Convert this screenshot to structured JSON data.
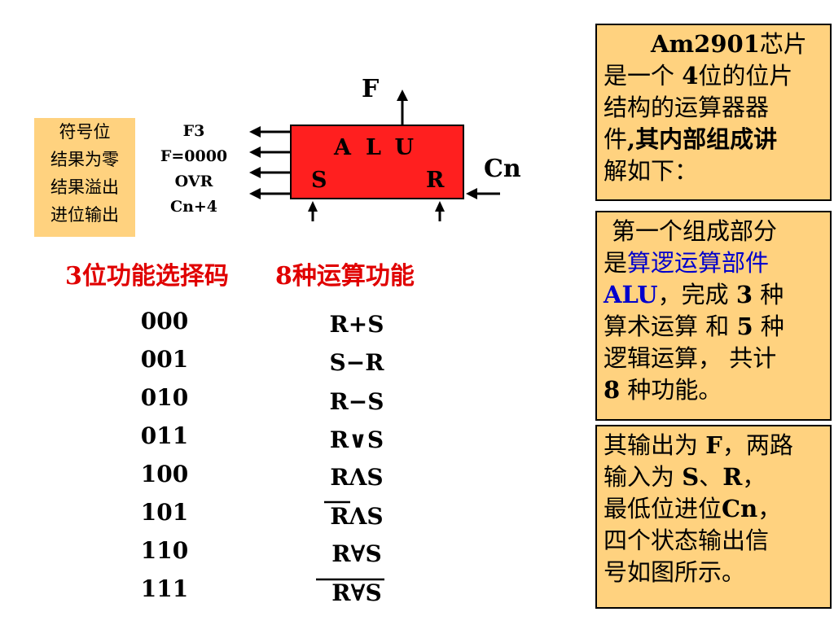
{
  "status_labels": [
    "符号位",
    "结果为零",
    "结果溢出",
    "进位输出"
  ],
  "signals": [
    "F3",
    "F=0000",
    "OVR",
    "Cn+4"
  ],
  "alu": {
    "title": "ALU",
    "input_s": "S",
    "input_r": "R",
    "output_f": "F",
    "carry_in": "Cn"
  },
  "headings": {
    "codes": "3位功能选择码",
    "functions": "8种运算功能"
  },
  "table": [
    {
      "code": "000",
      "func": "R+S"
    },
    {
      "code": "001",
      "func": "S−R"
    },
    {
      "code": "010",
      "func": "R−S"
    },
    {
      "code": "011",
      "func": "R∨S"
    },
    {
      "code": "100",
      "func": "RΛS"
    },
    {
      "code": "101",
      "func": "RΛS"
    },
    {
      "code": "110",
      "func": "R∀S"
    },
    {
      "code": "111",
      "func": "R∀S"
    }
  ],
  "notes": {
    "n1": {
      "chip": "Am2901",
      "chip_suffix": "芯片",
      "line2a": "是一个 ",
      "bits": "4",
      "line2b": "位的位片",
      "line3": "结构的运算器器",
      "line4a": "件",
      "line4b": ",其内部组成讲",
      "line5": "解如下："
    },
    "n2": {
      "l1": "第一个组成部分",
      "l2a": "是",
      "l2b": "算逻运算部件",
      "l3a": "ALU",
      "l3b": "，完成 ",
      "l3c": "3",
      "l3d": " 种",
      "l4a": "算术运算 和 ",
      "l4b": "5",
      "l4c": " 种",
      "l5": "逻辑运算， 共计",
      "l6a": "8",
      "l6b": " 种功能。"
    },
    "n3": {
      "l1a": "其输出为 ",
      "l1b": "F",
      "l1c": "，两路",
      "l2a": "输入为 ",
      "l2b": "S",
      "l2c": "、",
      "l2d": "R",
      "l2e": "，",
      "l3a": "最低位进位",
      "l3b": "Cn",
      "l3c": "，",
      "l4": "四个状态输出信",
      "l5": "号如图所示。"
    }
  }
}
